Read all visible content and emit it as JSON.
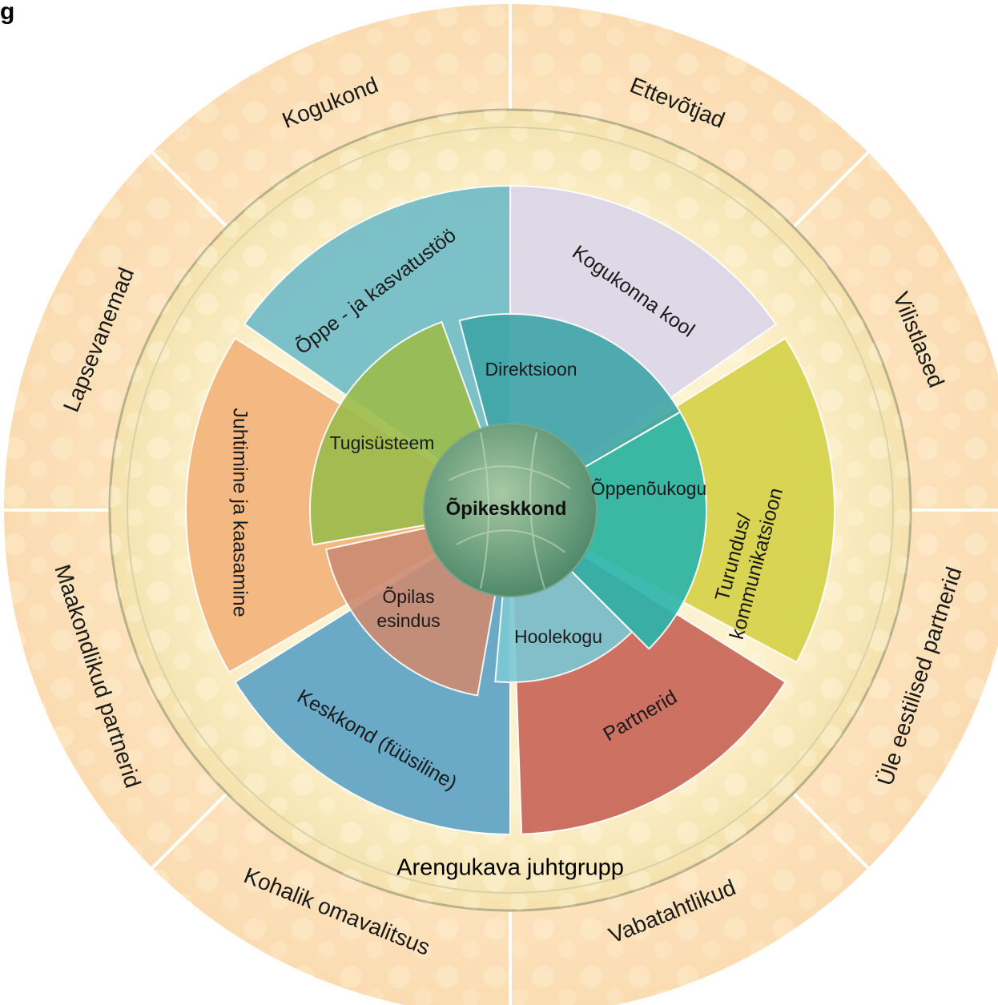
{
  "corner_label": "g",
  "center": {
    "label": "Õpikeskkond"
  },
  "ring_label": "Arengukava juhtgrupp",
  "outer_ring": [
    {
      "label": "Kogukond"
    },
    {
      "label": "Ettevõtjad"
    },
    {
      "label": "Vilistlased"
    },
    {
      "label": "Üle eestilised partnerid"
    },
    {
      "label": "Vabatahtlikud"
    },
    {
      "label": "Kohalik omavalitsus"
    },
    {
      "label": "Maakondlikud partnerid"
    },
    {
      "label": "Lapsevanemad"
    }
  ],
  "middle_ring": [
    {
      "label": "Õppe - ja kasvatustöö",
      "color": "#72bcc8"
    },
    {
      "label": "Kogukonna kool",
      "color": "#dcd6ea"
    },
    {
      "label": "Turundus/ kommunikatsioon",
      "color": "#d6d24a"
    },
    {
      "label": "Partnerid",
      "color": "#c9675a"
    },
    {
      "label": "Keskkond (füüsiline)",
      "color": "#5fa4c6"
    },
    {
      "label": "Juhtimine ja kaasamine",
      "color": "#f4b47c"
    }
  ],
  "inner_ring": [
    {
      "label": "Direktsioon",
      "color": "#3fa6a8"
    },
    {
      "label": "Õppenõukogu",
      "color": "#2ab5ac"
    },
    {
      "label": "Hoolekogu",
      "color": "#7cc8d4"
    },
    {
      "label": "Õpilas esindus",
      "color": "#cc8b72"
    },
    {
      "label": "Tugisüsteem",
      "color": "#9cbc4c"
    }
  ],
  "colors": {
    "outer_fill": "#fce3be",
    "outer_fill_light": "#fef3d6",
    "ring_band": "#f9e9c2",
    "ring_stroke": "#b8b08a",
    "center": "#6fa084"
  }
}
